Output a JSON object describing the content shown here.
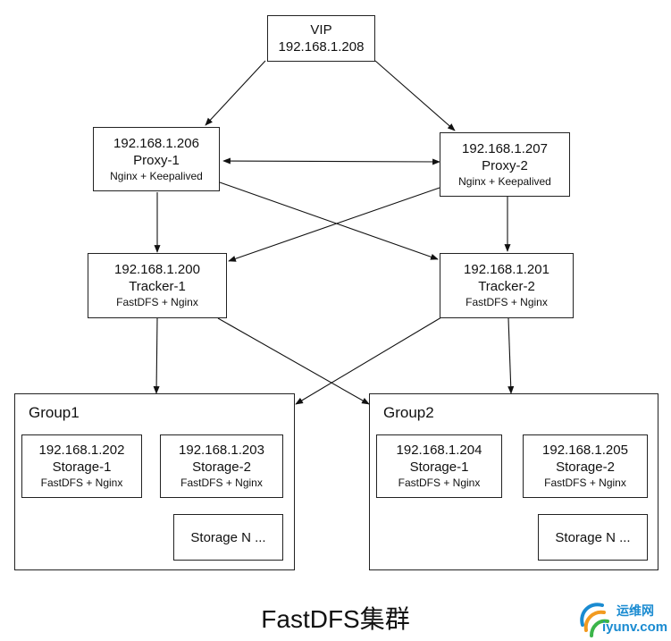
{
  "vip": {
    "title": "VIP",
    "ip": "192.168.1.208"
  },
  "proxy1": {
    "ip": "192.168.1.206",
    "name": "Proxy-1",
    "sub": "Nginx + Keepalived"
  },
  "proxy2": {
    "ip": "192.168.1.207",
    "name": "Proxy-2",
    "sub": "Nginx + Keepalived"
  },
  "tracker1": {
    "ip": "192.168.1.200",
    "name": "Tracker-1",
    "sub": "FastDFS + Nginx"
  },
  "tracker2": {
    "ip": "192.168.1.201",
    "name": "Tracker-2",
    "sub": "FastDFS + Nginx"
  },
  "group1": {
    "title": "Group1",
    "storage1": {
      "ip": "192.168.1.202",
      "name": "Storage-1",
      "sub": "FastDFS + Nginx"
    },
    "storage2": {
      "ip": "192.168.1.203",
      "name": "Storage-2",
      "sub": "FastDFS + Nginx"
    },
    "storage_n": "Storage N ..."
  },
  "group2": {
    "title": "Group2",
    "storage1": {
      "ip": "192.168.1.204",
      "name": "Storage-1",
      "sub": "FastDFS + Nginx"
    },
    "storage2": {
      "ip": "192.168.1.205",
      "name": "Storage-2",
      "sub": "FastDFS + Nginx"
    },
    "storage_n": "Storage N ..."
  },
  "caption": "FastDFS集群",
  "watermark": {
    "text": "运维网",
    "url": "iyunv.com",
    "color": "#1a8bd1"
  }
}
